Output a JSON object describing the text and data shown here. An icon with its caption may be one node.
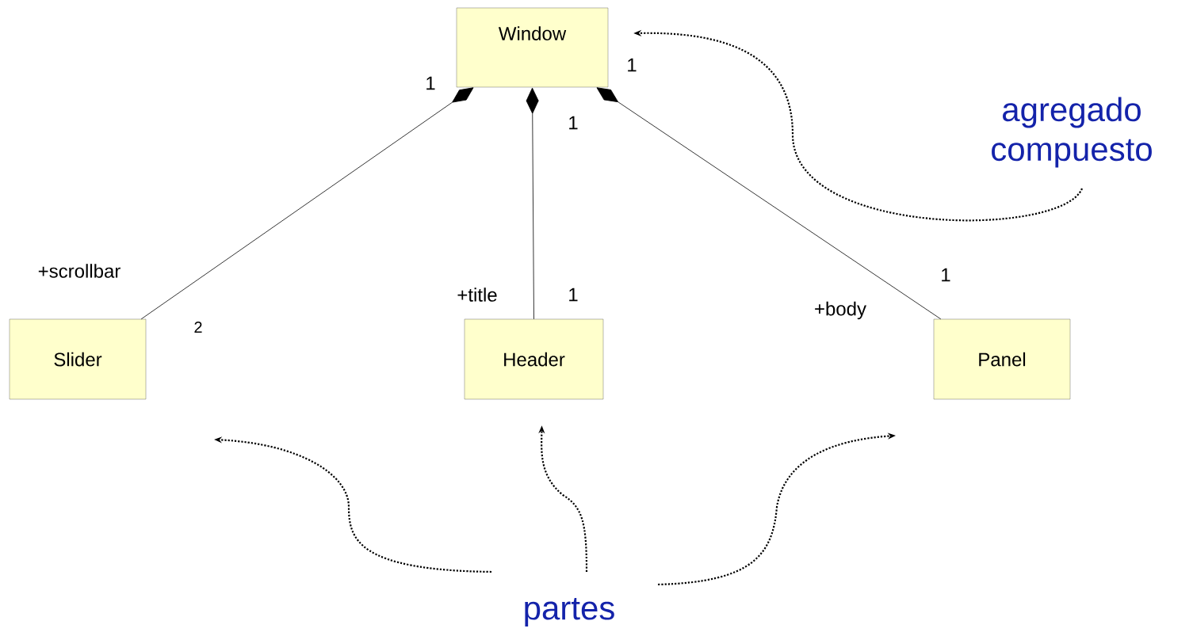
{
  "diagram": {
    "nodes": [
      {
        "text": [
          "Window"
        ]
      },
      {
        "text": [
          "Slider"
        ]
      },
      {
        "text": [
          "Header"
        ]
      },
      {
        "text": [
          "Panel"
        ]
      },
      {
        "text": [
          "agregado compuesto"
        ]
      },
      {
        "text": [
          "partes"
        ]
      }
    ],
    "edges": [
      {
        "from": 1,
        "to": 0,
        "arrow": "other"
      },
      {
        "from": 2,
        "to": 0,
        "arrow": "other"
      },
      {
        "from": 3,
        "to": 0,
        "arrow": "other"
      },
      {
        "from": 4,
        "to": 0,
        "arrow": "to",
        "style": "dashed"
      },
      {
        "from": 5,
        "to": 1,
        "arrow": "to",
        "style": "dashed"
      },
      {
        "from": 5,
        "to": 2,
        "arrow": "to",
        "style": "dashed"
      },
      {
        "from": 5,
        "to": 3,
        "arrow": "to",
        "style": "dashed"
      }
    ],
    "labels": [
      "1",
      "1",
      "1",
      "+scrollbar",
      "+title",
      "1",
      "1",
      "+body",
      "2"
    ]
  }
}
